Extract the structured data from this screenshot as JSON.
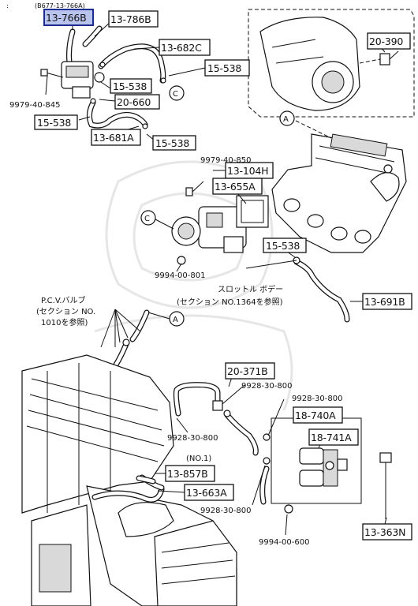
{
  "header_ref": "(B677-13-766A)",
  "callouts": {
    "c_13766B": "13-766B",
    "c_13786B": "13-786B",
    "c_13682C": "13-682C",
    "c_15538_a": "15-538",
    "c_15538_b": "15-538",
    "c_20660": "20-660",
    "c_15538_c": "15-538",
    "c_13681A": "13-681A",
    "c_15538_d": "15-538",
    "c_20390": "20-390",
    "c_13104H": "13-104H",
    "c_13655A": "13-655A",
    "c_15538_e": "15-538",
    "c_13691B": "13-691B",
    "c_20371B": "20-371B",
    "c_18740A": "18-740A",
    "c_18741A": "18-741A",
    "c_13857B": "13-857B",
    "c_13663A": "13-663A",
    "c_13363N": "13-363N"
  },
  "part_numbers": {
    "p_9979_40_845": "9979-40-845",
    "p_9979_40_850": "9979-40-850",
    "p_9994_00_801": "9994-00-801",
    "p_9928_30_800_a": "9928-30-800",
    "p_9928_30_800_b": "9928-30-800",
    "p_9928_30_800_c": "9928-30-800",
    "p_9928_30_800_d": "9928-30-800",
    "p_9994_00_600": "9994-00-600"
  },
  "markers": {
    "A1": "A",
    "A2": "A",
    "C1": "C",
    "C2": "C"
  },
  "notes": {
    "throttle_l1": "スロットル ボデー",
    "throttle_l2": "(セクション NO.1364を参照)",
    "pcv_l1": "P.C.V.バルブ",
    "pcv_l2": "(セクション NO.",
    "pcv_l3": "1010を参照)",
    "no1": "(NO.1)"
  },
  "highlight_color": "#b9c4ee"
}
